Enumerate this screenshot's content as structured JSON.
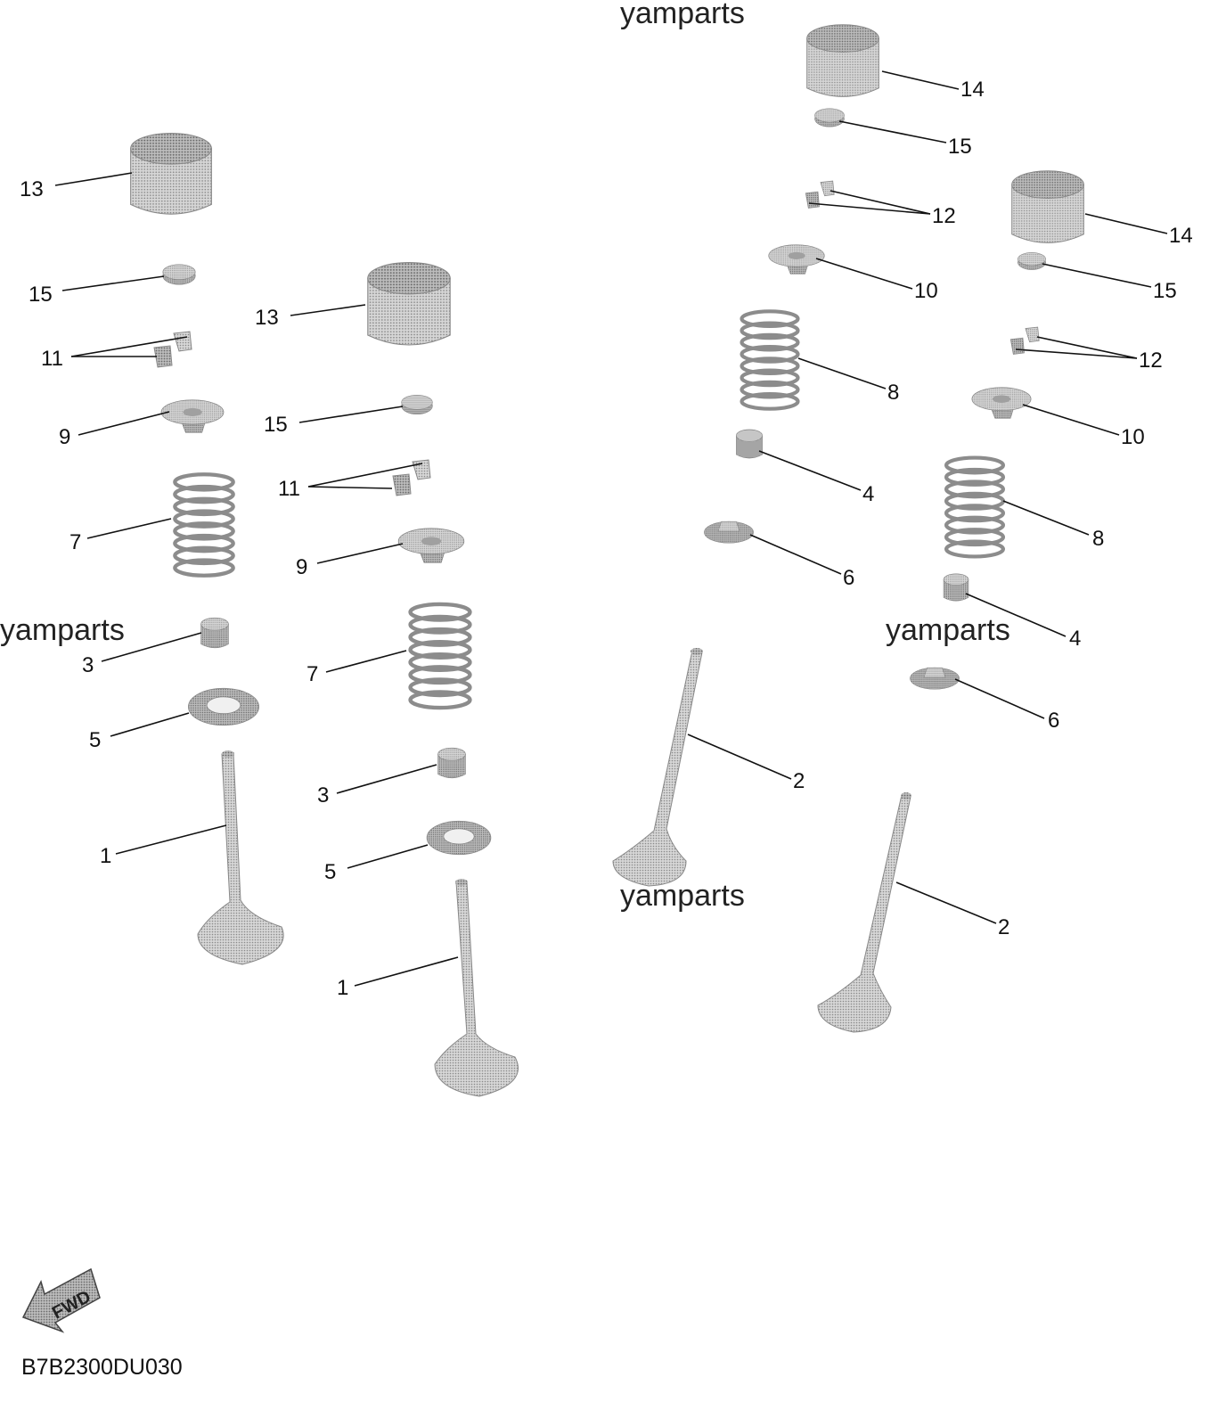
{
  "diagram": {
    "watermark": "yamparts",
    "diagram_code": "B7B2300DU030",
    "fwd_label": "FWD",
    "callouts": [
      "1",
      "1",
      "2",
      "2",
      "3",
      "3",
      "4",
      "4",
      "5",
      "5",
      "6",
      "6",
      "7",
      "7",
      "8",
      "8",
      "9",
      "9",
      "10",
      "10",
      "11",
      "11",
      "12",
      "12",
      "13",
      "13",
      "14",
      "14",
      "15",
      "15",
      "15",
      "15"
    ]
  },
  "colors": {
    "part_fill": "#cfcfcf",
    "part_shade": "#a9a9a9",
    "line": "#111111"
  }
}
